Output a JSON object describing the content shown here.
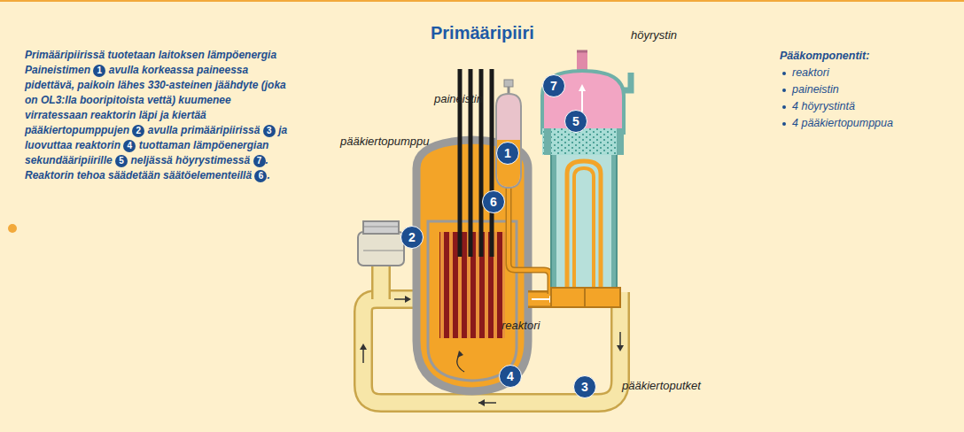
{
  "diagram": {
    "title": "Primääripiiri",
    "labels": [
      "Primääripiirissä tuotetaan laitoksen lämpöenergia",
      "Paineistimen",
      "1",
      "avulla korkeassa paineessa pidettävä, paikoin lähes 330-asteinen jäähdyte (joka on OL3:lla booripitoista vettä) kuumenee virratessaan reaktorin läpi ja kiertää pääkiertopumppujen",
      "2",
      "avulla primääripiirissä",
      "3",
      "ja luovuttaa reaktorin",
      "4",
      "tuottaman lämpöenergian sekundääripiirille",
      "5",
      "neljässä höyrystimessä",
      "7",
      ". Reaktorin tehoa säädetään säätöelementeillä",
      "6",
      ".",
      "Pääkomponentit:",
      "reaktori",
      "paineistin",
      "4 höyrystintä",
      "4 pääkiertopumppua",
      "paineistin",
      "höyrystin",
      "pääkiertopumppu",
      "reaktori",
      "pääkiertoputket",
      "7",
      "1",
      "5",
      "2",
      "6",
      "4",
      "3"
    ]
  }
}
